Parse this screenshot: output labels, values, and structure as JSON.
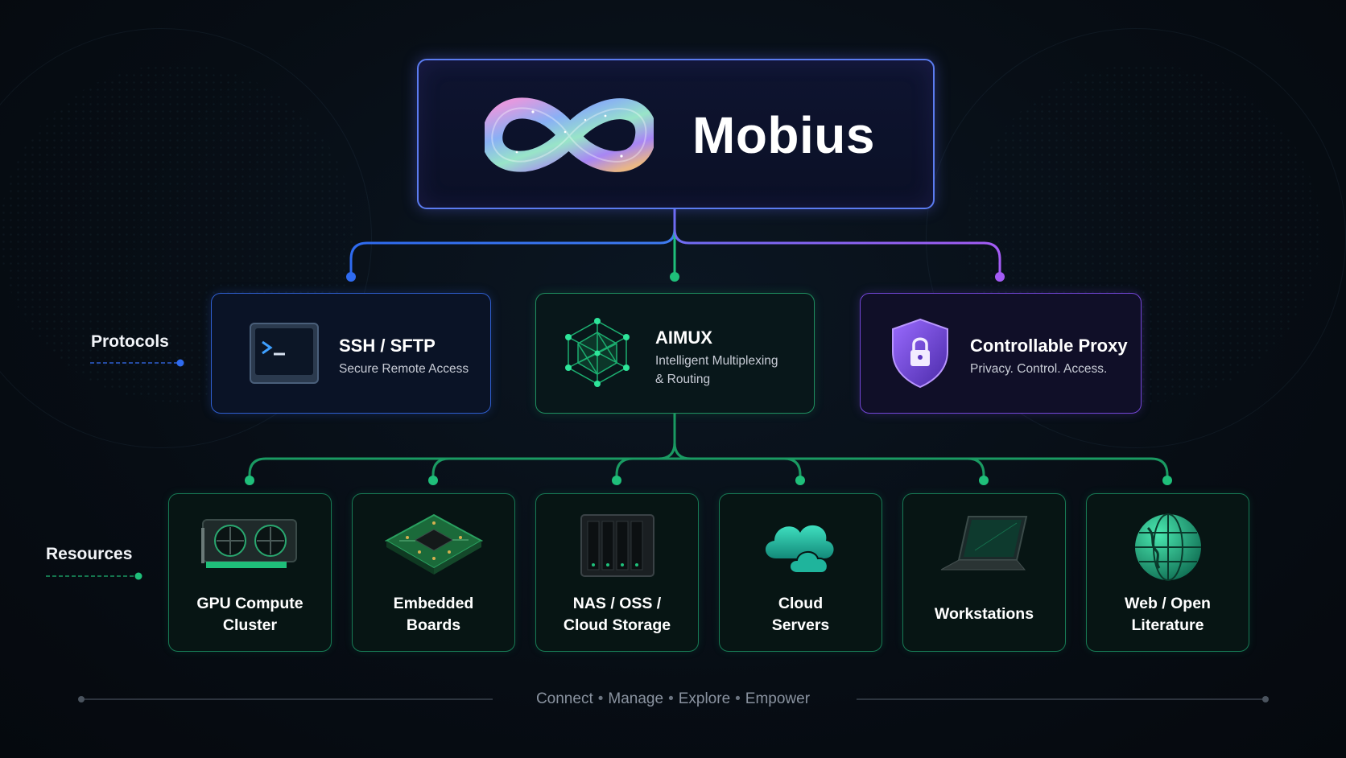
{
  "hub": {
    "title": "Mobius"
  },
  "protocols": {
    "section_label": "Protocols",
    "items": [
      {
        "title": "SSH / SFTP",
        "subtitle": "Secure Remote Access",
        "icon": "terminal-icon"
      },
      {
        "title": "AIMUX",
        "subtitle_line1": "Intelligent Multiplexing",
        "subtitle_line2": "& Routing",
        "icon": "network-icon"
      },
      {
        "title": "Controllable Proxy",
        "subtitle": "Privacy. Control. Access.",
        "icon": "shield-lock-icon"
      }
    ]
  },
  "resources": {
    "section_label": "Resources",
    "items": [
      {
        "line1": "GPU Compute",
        "line2": "Cluster",
        "icon": "gpu-icon"
      },
      {
        "line1": "Embedded",
        "line2": "Boards",
        "icon": "circuit-board-icon"
      },
      {
        "line1": "NAS / OSS /",
        "line2": "Cloud Storage",
        "icon": "server-icon"
      },
      {
        "line1": "Cloud",
        "line2": "Servers",
        "icon": "cloud-icon"
      },
      {
        "line1": "Workstations",
        "line2": "",
        "icon": "laptop-icon"
      },
      {
        "line1": "Web / Open",
        "line2": "Literature",
        "icon": "globe-icon"
      }
    ]
  },
  "tagline": [
    "Connect",
    "Manage",
    "Explore",
    "Empower"
  ],
  "colors": {
    "blue": "#3a6ff0",
    "green": "#1fbf7a",
    "purple": "#9b5cf5",
    "background": "#070d14"
  }
}
